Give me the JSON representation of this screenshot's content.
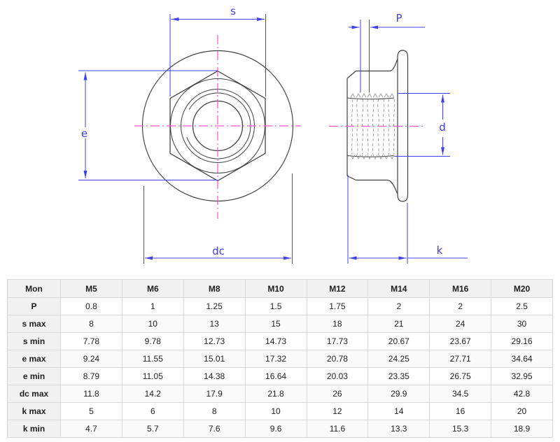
{
  "drawing": {
    "labels": {
      "s": "s",
      "e": "e",
      "dc": "dc",
      "p": "P",
      "d": "d",
      "k": "k"
    },
    "colors": {
      "dimension_blue": "#4040ee",
      "centerline_pink": "#ff50d2",
      "outline_gray": "#3f3f3f",
      "thread_gray": "#9b9b9b"
    }
  },
  "table": {
    "headers": [
      "Mon",
      "M5",
      "M6",
      "M8",
      "M10",
      "M12",
      "M14",
      "M16",
      "M20"
    ],
    "rows": [
      {
        "label": "P",
        "values": [
          "0.8",
          "1",
          "1.25",
          "1.5",
          "1.75",
          "2",
          "2",
          "2.5"
        ]
      },
      {
        "label": "s max",
        "values": [
          "8",
          "10",
          "13",
          "15",
          "18",
          "21",
          "24",
          "30"
        ]
      },
      {
        "label": "s min",
        "values": [
          "7.78",
          "9.78",
          "12.73",
          "14.73",
          "17.73",
          "20.67",
          "23.67",
          "29.16"
        ]
      },
      {
        "label": "e max",
        "values": [
          "9.24",
          "11.55",
          "15.01",
          "17.32",
          "20.78",
          "24.25",
          "27.71",
          "34.64"
        ]
      },
      {
        "label": "e min",
        "values": [
          "8.79",
          "11.05",
          "14.38",
          "16.64",
          "20.03",
          "23.35",
          "26.75",
          "32.95"
        ]
      },
      {
        "label": "dc max",
        "values": [
          "11.8",
          "14.2",
          "17.9",
          "21.8",
          "26",
          "29.9",
          "34.5",
          "42.8"
        ]
      },
      {
        "label": "k max",
        "values": [
          "5",
          "6",
          "8",
          "10",
          "12",
          "14",
          "16",
          "20"
        ]
      },
      {
        "label": "k min",
        "values": [
          "4.7",
          "5.7",
          "7.6",
          "9.6",
          "11.6",
          "13.3",
          "15.3",
          "18.9"
        ]
      }
    ]
  }
}
